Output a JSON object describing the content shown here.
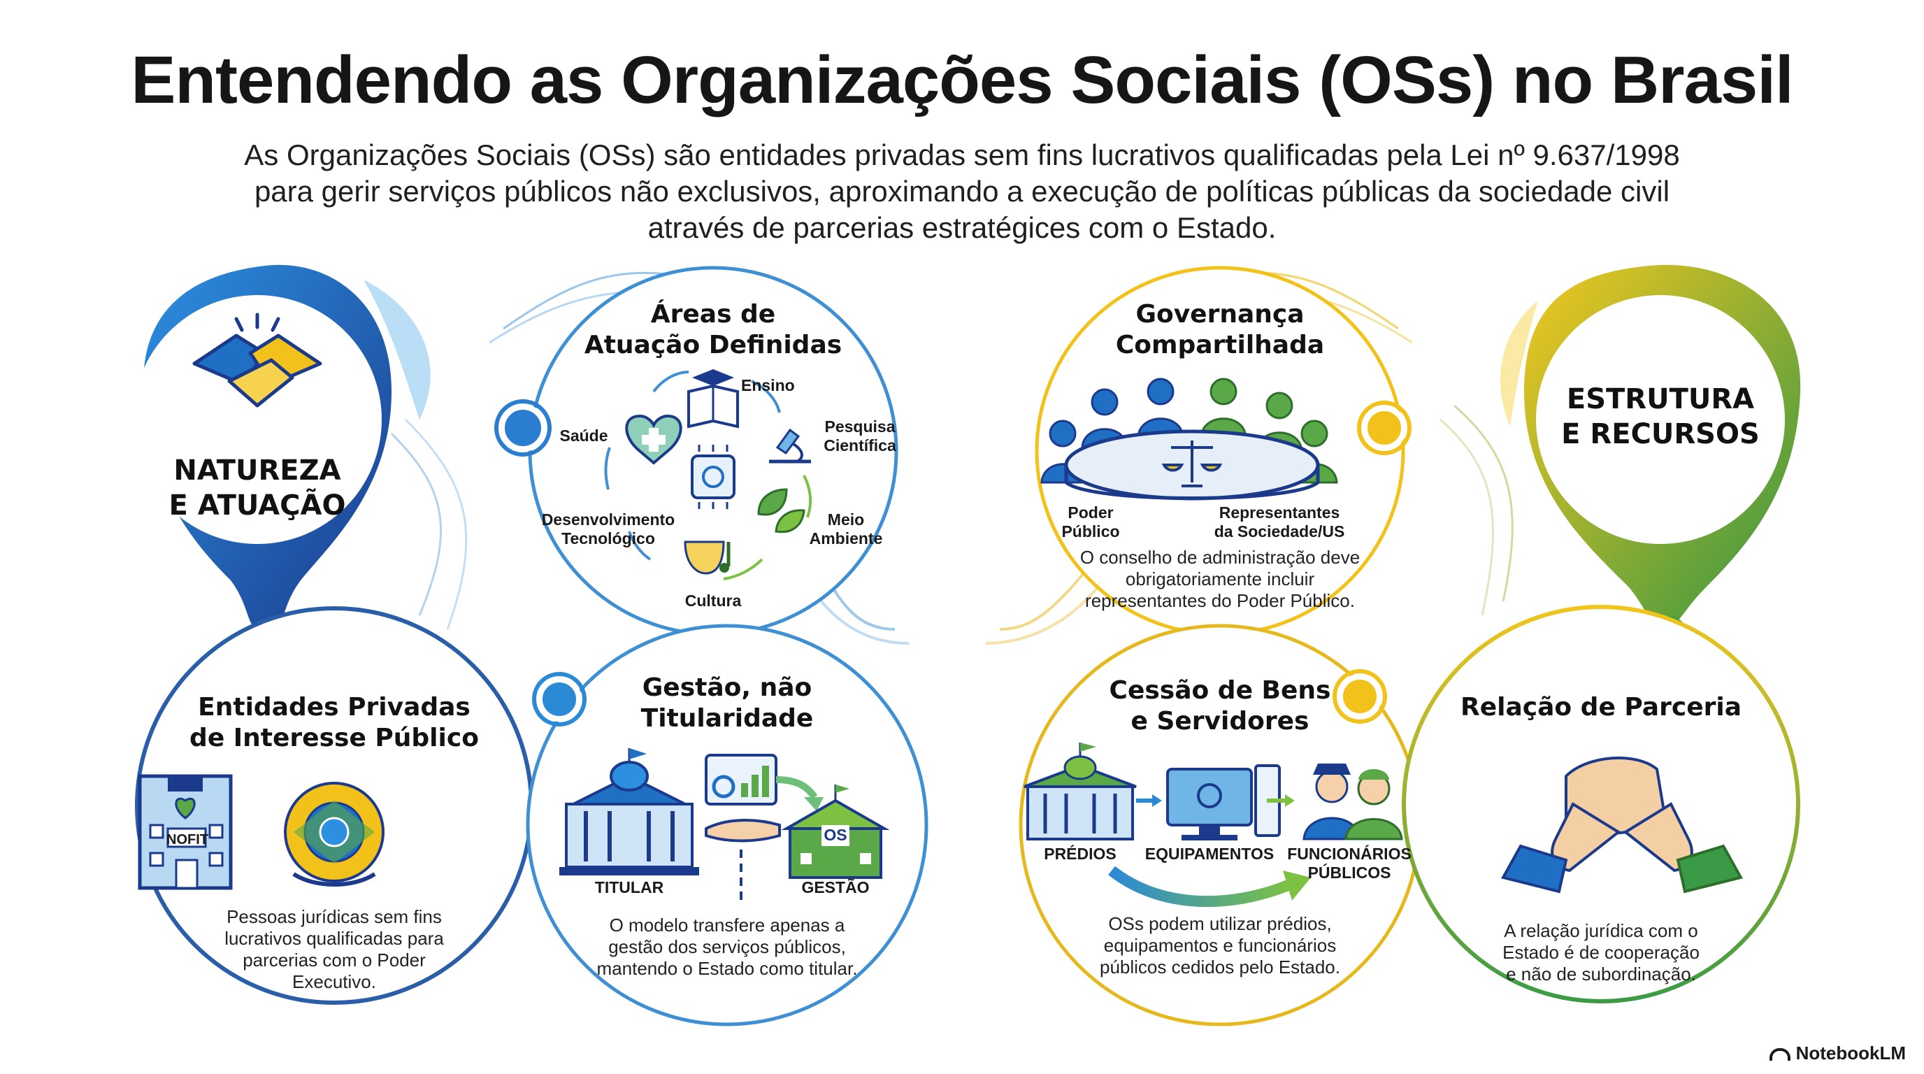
{
  "header": {
    "title": "Entendendo as Organizações Sociais (OSs) no Brasil",
    "subtitle_lines": [
      "As Organizações Sociais (OSs) são entidades privadas sem fins lucrativos qualificadas pela Lei nº 9.637/1998",
      "para gerir serviços públicos não exclusivos, aproximando a execução de políticas públicas da sociedade civil",
      "através de parcerias estratégices com o Estado."
    ]
  },
  "natureza": {
    "title_lines": [
      "NATUREZA",
      "E ATUAÇÃO"
    ],
    "icon": "handshake-icon"
  },
  "areas": {
    "title_lines": [
      "Áreas de",
      "Atuação Definidas"
    ],
    "labels": {
      "ensino": "Ensino",
      "pesquisa": [
        "Pesquisa",
        "Científica"
      ],
      "saude": "Saúde",
      "meio": [
        "Meio",
        "Ambiente"
      ],
      "desenv": [
        "Desenvolvimento",
        "Tecnológico"
      ],
      "cultura": "Cultura"
    }
  },
  "entidades": {
    "title_lines": [
      "Entidades Privadas",
      "de Interesse Público"
    ],
    "building_label": "NOFIT",
    "body_lines": [
      "Pessoas jurídicas sem fins",
      "lucrativos qualificadas para",
      "parcerias com o Poder",
      "Executivo."
    ]
  },
  "gestao": {
    "title_lines": [
      "Gestão, não",
      "Titularidade"
    ],
    "titular_label": "TITULAR",
    "gestao_label": "GESTÃO",
    "os_label": "OS",
    "body_lines": [
      "O modelo transfere apenas a",
      "gestão dos serviços públicos,",
      "mantendo o Estado como titular."
    ]
  },
  "governanca": {
    "title_lines": [
      "Governança",
      "Compartilhada"
    ],
    "left_label": [
      "Poder",
      "Público"
    ],
    "right_label": [
      "Representantes",
      "da Sociedade/US"
    ],
    "body_lines": [
      "O conselho de administração deve",
      "obrigatoriamente incluir",
      "representantes do Poder Público."
    ]
  },
  "estrutura": {
    "title_lines": [
      "ESTRUTURA",
      "E RECURSOS"
    ]
  },
  "cessao": {
    "title_lines": [
      "Cessão de Bens",
      "e Servidores"
    ],
    "labels": {
      "predios": "PRÉDIOS",
      "equip": "EQUIPAMENTOS",
      "func": [
        "FUNCIONÁRIOS",
        "PÚBLICOS"
      ]
    },
    "body_lines": [
      "OSs podem utilizar prédios,",
      "equipamentos e funcionários",
      "públicos cedidos pelo Estado."
    ]
  },
  "parceria": {
    "title_lines": [
      "Relação de Parceria"
    ],
    "body_lines": [
      "A relação jurídica com o",
      "Estado é de cooperação",
      "e não de subordinação."
    ]
  },
  "brand": {
    "logo_text": "NotebookLM"
  },
  "colors": {
    "blue": "#1f6fc4",
    "navy": "#1b3a8c",
    "yellow": "#f2c21b",
    "green": "#3b9a45"
  }
}
